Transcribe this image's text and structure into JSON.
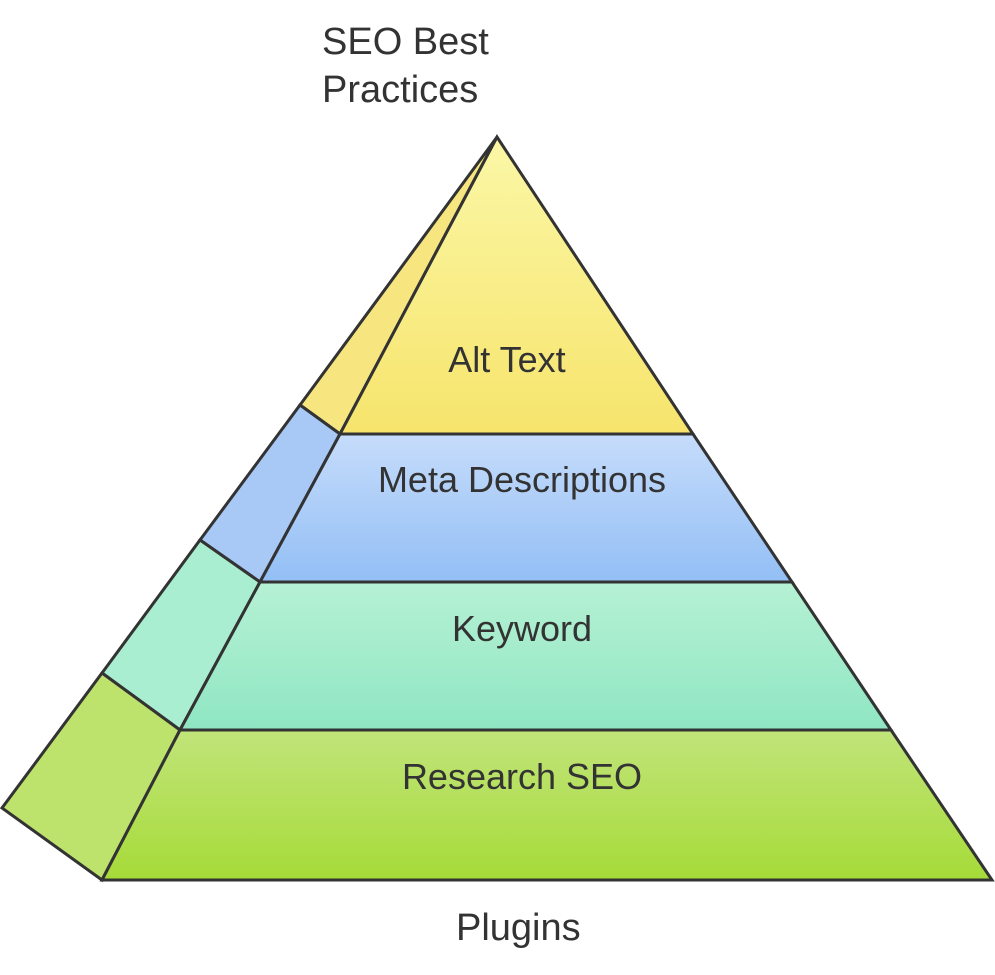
{
  "diagram": {
    "title": "SEO Best\nPractices",
    "footer": "Plugins",
    "layers": [
      {
        "label": "Alt Text",
        "top_color": "#fbf7a6",
        "bottom_color": "#f6e46c",
        "side_color": "#f7e67f"
      },
      {
        "label": "Meta Descriptions",
        "top_color": "#c6dcfb",
        "bottom_color": "#93bff5",
        "side_color": "#a8c9f6"
      },
      {
        "label": "Keyword",
        "top_color": "#b6f1d4",
        "bottom_color": "#8fe6c3",
        "side_color": "#aaeed1"
      },
      {
        "label": "Research SEO",
        "top_color": "#c1e47a",
        "bottom_color": "#a6db38",
        "side_color": "#bde36d"
      }
    ],
    "stroke_color": "#333333"
  }
}
